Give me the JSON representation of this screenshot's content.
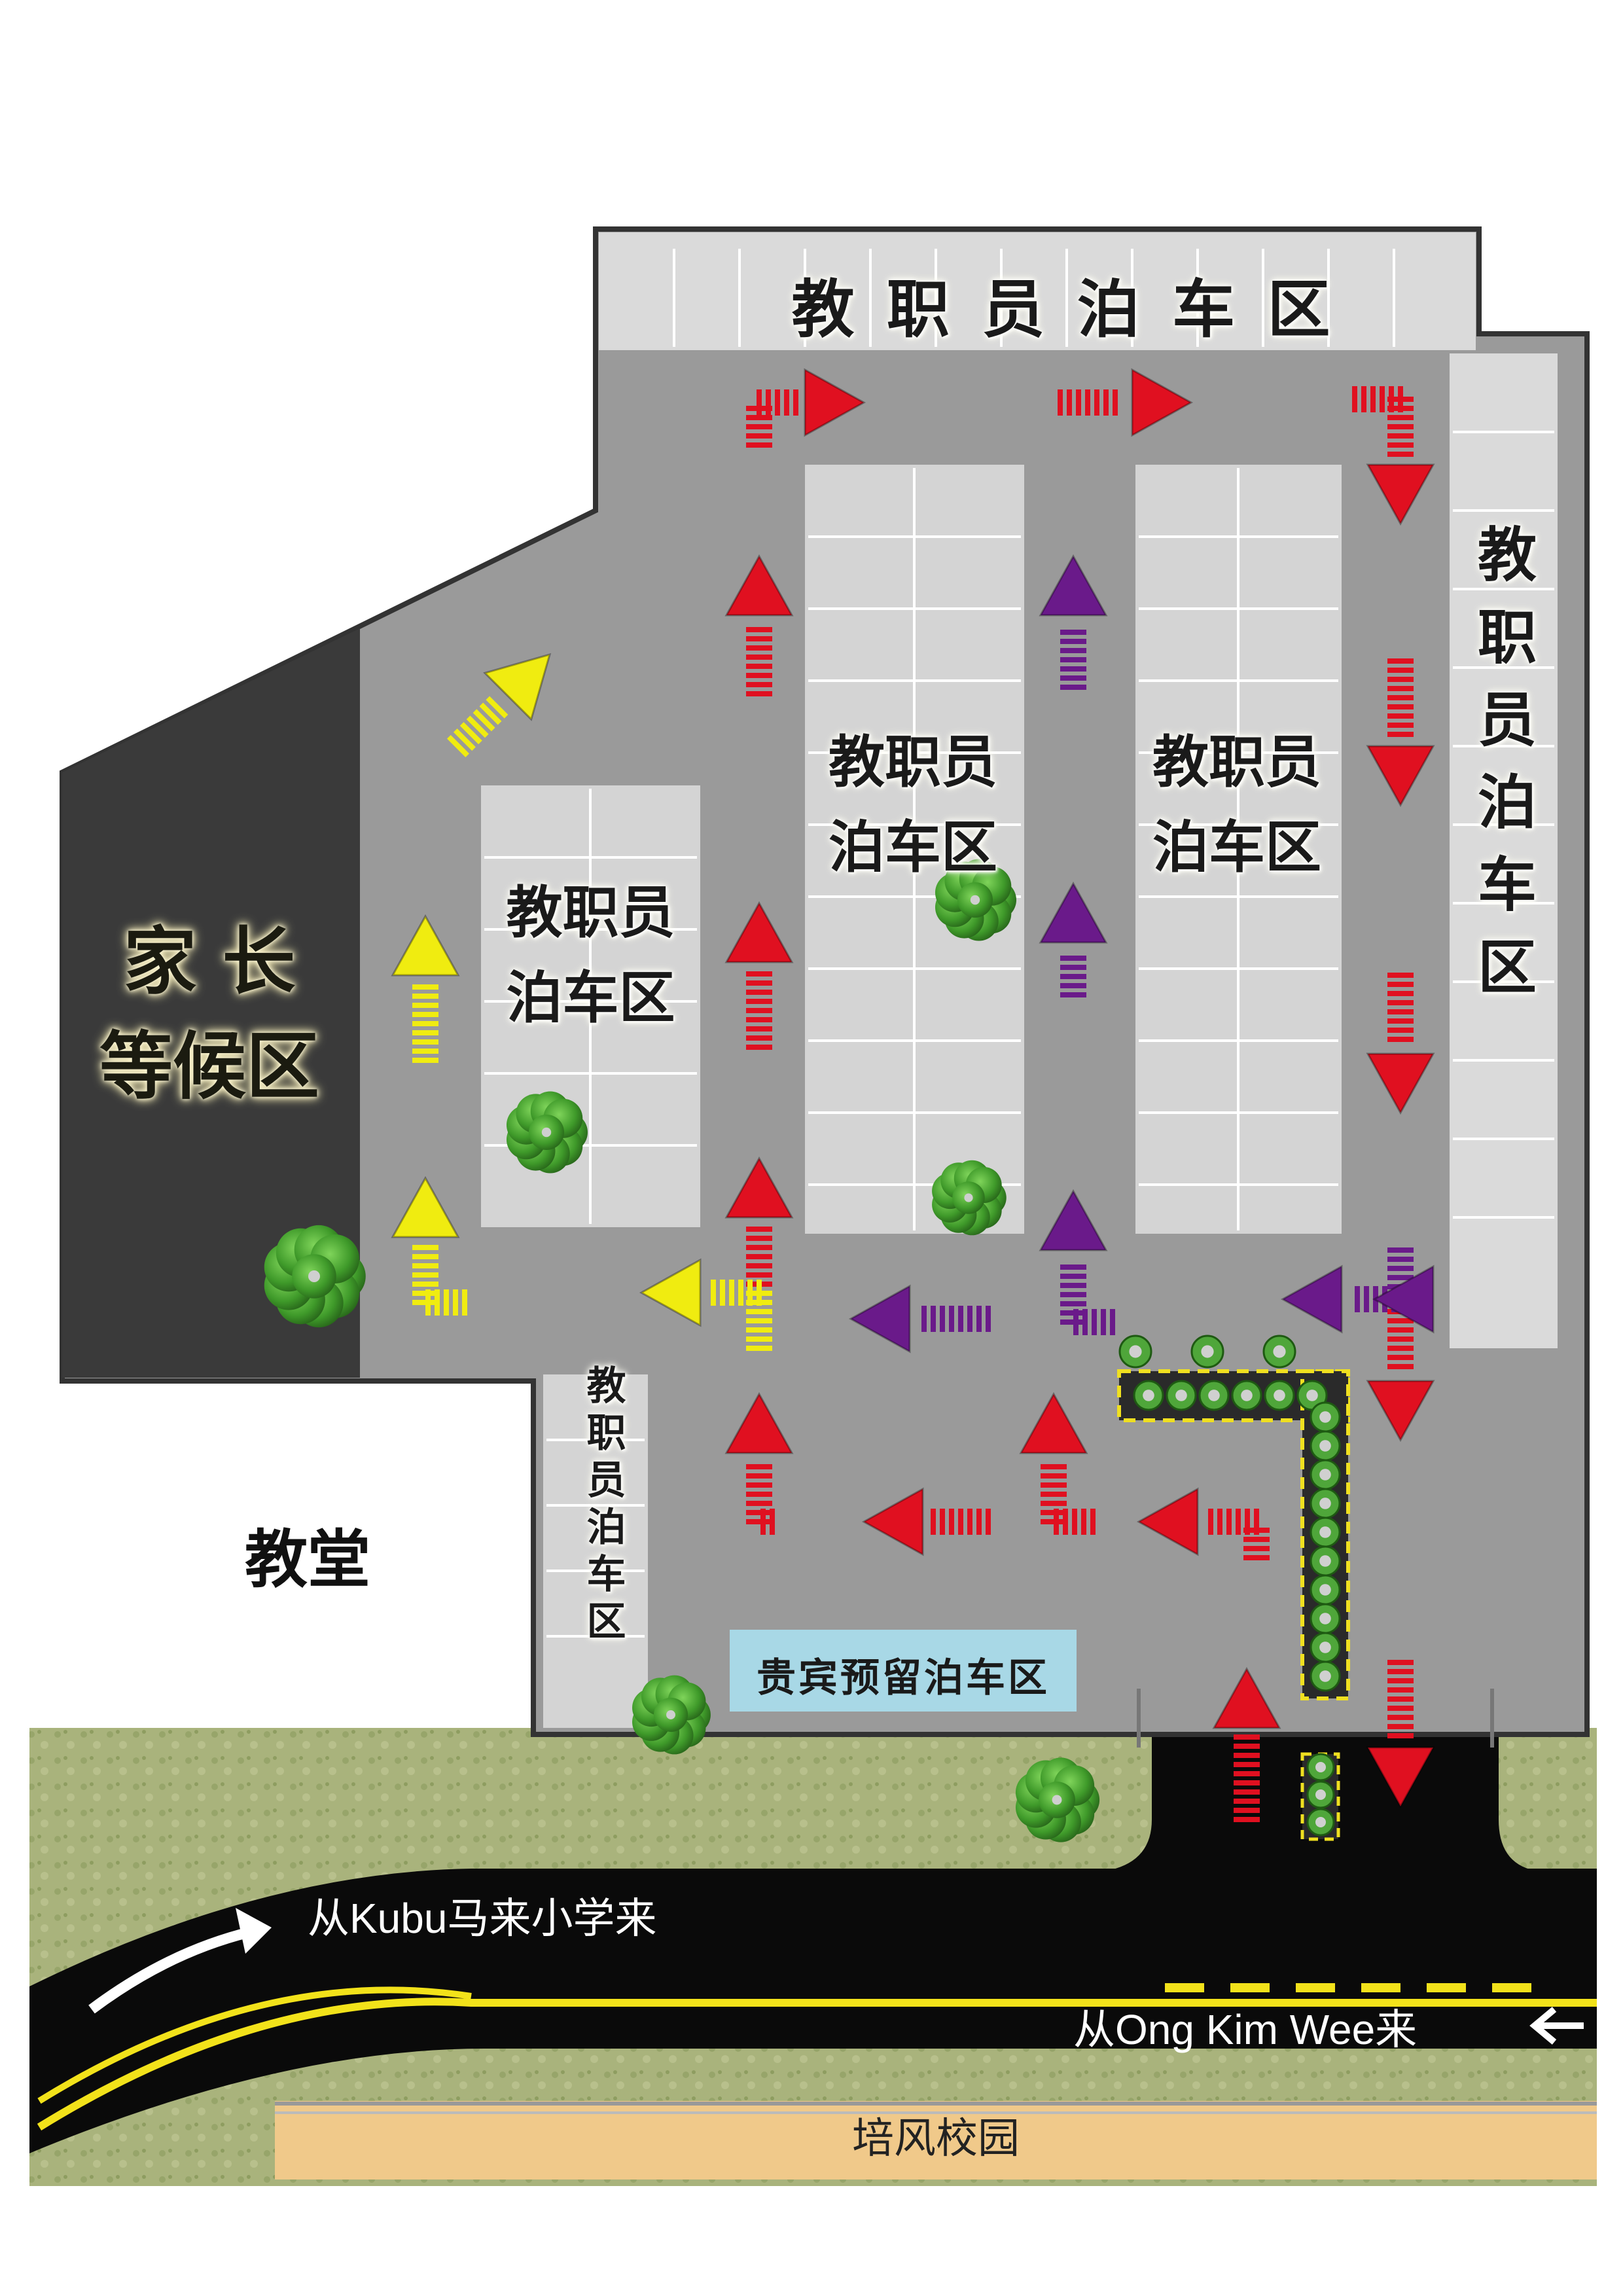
{
  "zones": {
    "staff_parking_top": "教 职 员 泊 车 区",
    "staff_parking_right": "教职员泊车区",
    "staff_parking_left": "教职员\n泊车区",
    "staff_parking_mid": "教职员\n泊车区",
    "staff_parking_center": "教职员\n泊车区",
    "staff_parking_bottom_left": "教职员泊车区",
    "parents_waiting": "家 长\n等候区",
    "vip_reserved": "贵宾预留泊车区",
    "church": "教堂",
    "peifeng_campus": "培风校园"
  },
  "roads": {
    "from_kubu": "从Kubu马来小学来",
    "from_ong_kim_wee": "从Ong Kim Wee来"
  },
  "colors": {
    "paved_lot": "#9a9a9a",
    "parking_bay": "#d4d4d4",
    "parents_zone": "#3a3a3a",
    "road": "#0a0a0a",
    "road_line": "#f2e21a",
    "grass": "#a6b27a",
    "sand_path": "#f0c98a",
    "vip_zone": "#a8d8e6",
    "arrow_red": "#e01020",
    "arrow_purple": "#6a1a8a",
    "arrow_yellow": "#f0ec10",
    "tree": "#3f9a2a"
  },
  "arrow_legend": [
    "red-arrow",
    "purple-arrow",
    "yellow-arrow"
  ]
}
